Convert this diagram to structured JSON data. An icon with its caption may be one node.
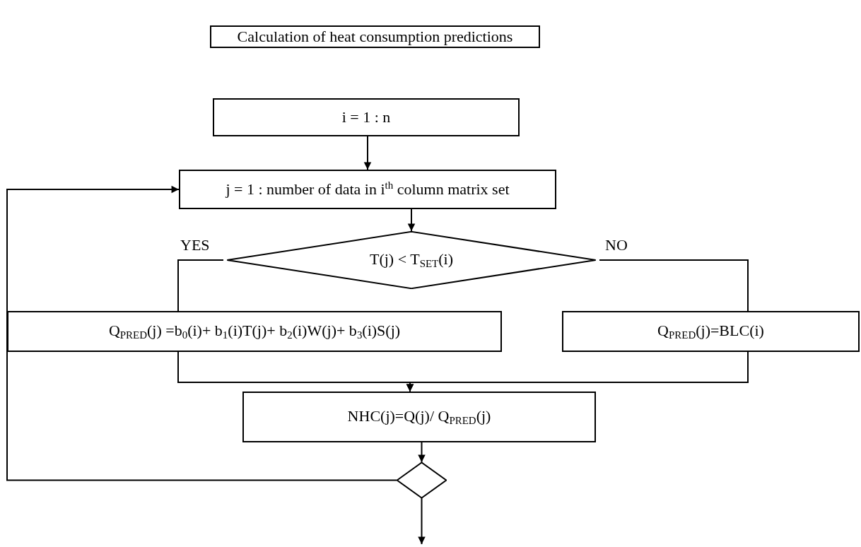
{
  "diagram": {
    "nodes": [
      {
        "text": [
          "Calculation of heat consumption predictions"
        ]
      },
      {
        "text": [
          "i = 1 : n"
        ]
      },
      {
        "text": [
          "j = 1 : number of data in i$^{th}$ column matrix set"
        ]
      },
      {
        "text": [
          "T(j) < T$_{SET}$(i)"
        ]
      },
      {
        "text": [
          "Q$_{PRED}$(j) =b$_{0}$(i)+ b$_{1}$(i)T(j)+ b$_{2}$(i)W(j)+ b$_{3}$(i)S(j)"
        ]
      },
      {
        "text": [
          "Q$_{PRED}$(j)=BLC(i)"
        ]
      },
      {
        "text": [
          "NHC(j)=Q(j)/ Q$_{PRED}$(j)"
        ]
      },
      {
        "text": [],
        "shape": "diamond"
      }
    ],
    "edges": [
      {
        "from": 1,
        "to": 2,
        "arrow": "to"
      },
      {
        "from": 2,
        "to": 3,
        "arrow": "to"
      },
      {
        "from": 3,
        "to": 4,
        "arrow": "none",
        "label": "YES"
      },
      {
        "from": 3,
        "to": 5,
        "arrow": "none",
        "label": "NO"
      },
      {
        "from": 4,
        "to": 6,
        "arrow": "to"
      },
      {
        "from": 5,
        "to": 6,
        "arrow": "to"
      },
      {
        "from": 6,
        "to": 7,
        "arrow": "to"
      },
      {
        "from": 7,
        "to": 2,
        "arrow": "to"
      },
      {
        "from": 7,
        "to": null,
        "arrow": "to"
      }
    ]
  }
}
